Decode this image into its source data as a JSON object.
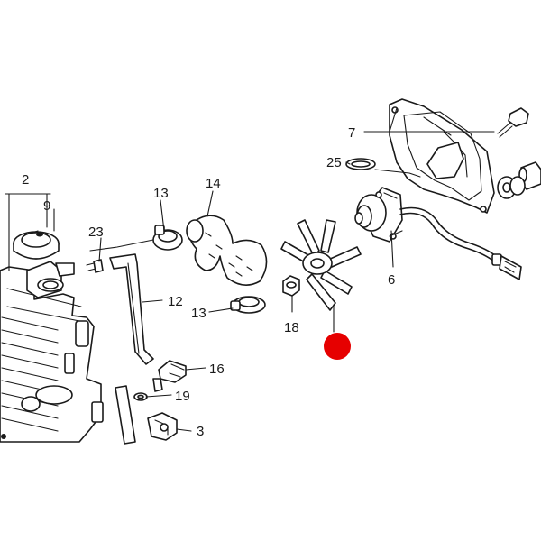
{
  "callouts": {
    "c2": "2",
    "c9": "9",
    "c23": "23",
    "c13a": "13",
    "c14": "14",
    "c12": "12",
    "c13b": "13",
    "c18": "18",
    "c16": "16",
    "c19": "19",
    "c3": "3",
    "c7": "7",
    "c25": "25",
    "c6": "6"
  },
  "marker": {
    "color": "#e60000"
  }
}
